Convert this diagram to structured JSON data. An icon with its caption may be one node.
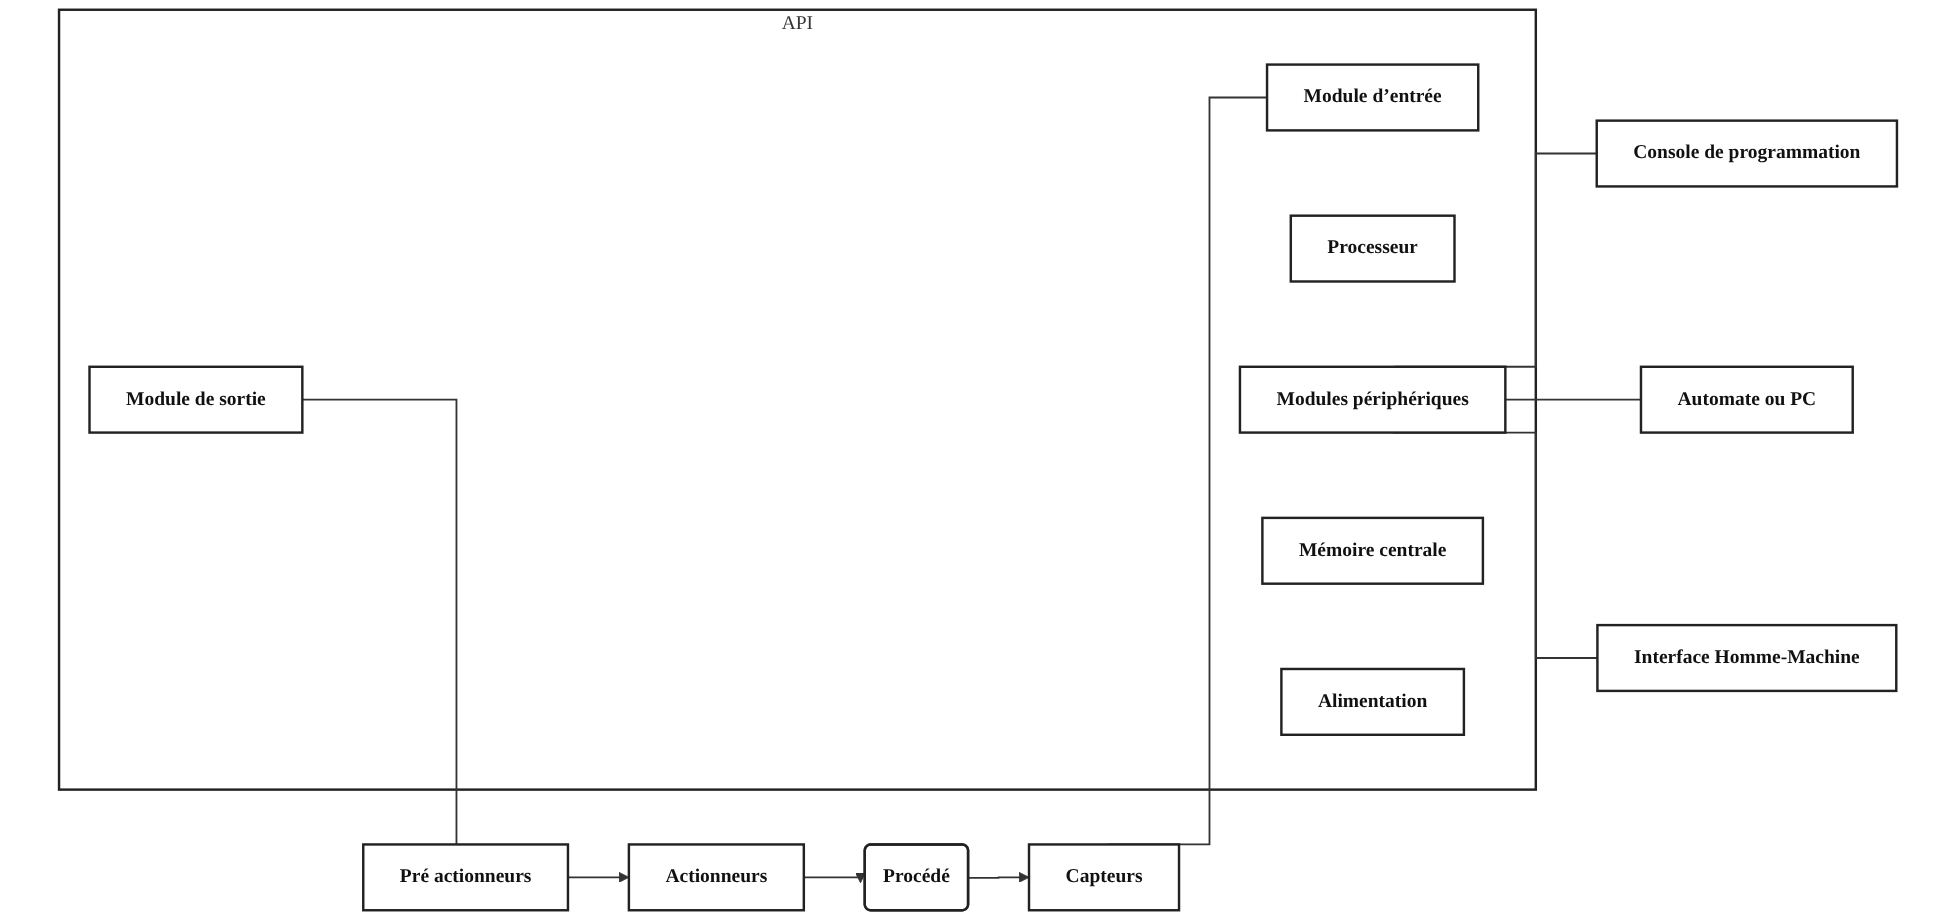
{
  "diagram": {
    "nodes": [
      {
        "text": [
          "Procédé"
        ]
      },
      {
        "text": [
          "Actionneurs"
        ]
      },
      {
        "text": [
          "API"
        ]
      },
      {
        "text": [
          "Module d’entrée"
        ],
        "in": 2
      },
      {
        "text": [
          "Processeur"
        ],
        "in": 2
      },
      {
        "text": [
          "Mémoire centrale"
        ],
        "in": 2
      },
      {
        "text": [
          "Alimentation"
        ],
        "in": 2
      },
      {
        "text": [
          "Module de sortie"
        ],
        "in": 2
      },
      {
        "text": [
          "Modules périphériques"
        ],
        "in": 2
      },
      {
        "text": [
          "Capteurs"
        ]
      },
      {
        "text": [
          "Pré actionneurs"
        ]
      },
      {
        "text": [
          "Console de programmation"
        ]
      },
      {
        "text": [
          "Automate ou PC"
        ]
      },
      {
        "text": [
          "Interface Homme-Machine"
        ]
      }
    ],
    "edges": [
      {
        "from": 1,
        "to": 0,
        "arrow": "to"
      },
      {
        "from": 0,
        "to": 9,
        "arrow": "to"
      },
      {
        "from": 9,
        "to": 3,
        "arrow": "none"
      },
      {
        "from": 7,
        "to": 10,
        "arrow": "none"
      },
      {
        "from": 10,
        "to": 1,
        "arrow": "to"
      },
      {
        "from": 8,
        "to": 11,
        "arrow": "none"
      },
      {
        "from": 8,
        "to": 12,
        "arrow": "none"
      },
      {
        "from": 8,
        "to": 13,
        "arrow": "none"
      }
    ]
  }
}
